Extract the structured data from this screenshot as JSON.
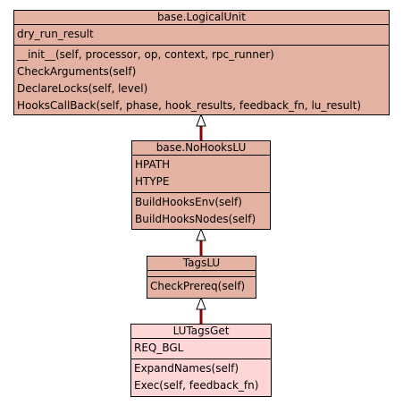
{
  "colors": {
    "parent_fill": "#e3b2a3",
    "leaf_fill": "#fed6d6",
    "edge": "#8b0000",
    "border": "#000000"
  },
  "classes": {
    "logical_unit": {
      "name": "base.LogicalUnit",
      "attributes": [
        "dry_run_result"
      ],
      "methods": [
        "__init__(self, processor, op, context, rpc_runner)",
        "CheckArguments(self)",
        "DeclareLocks(self, level)",
        "HooksCallBack(self, phase, hook_results, feedback_fn, lu_result)"
      ]
    },
    "no_hooks_lu": {
      "name": "base.NoHooksLU",
      "attributes": [
        "HPATH",
        "HTYPE"
      ],
      "methods": [
        "BuildHooksEnv(self)",
        "BuildHooksNodes(self)"
      ]
    },
    "tags_lu": {
      "name": "TagsLU",
      "attributes": [],
      "methods": [
        "CheckPrereq(self)"
      ]
    },
    "lu_tags_get": {
      "name": "LUTagsGet",
      "attributes": [
        "REQ_BGL"
      ],
      "methods": [
        "ExpandNames(self)",
        "Exec(self, feedback_fn)"
      ]
    }
  }
}
